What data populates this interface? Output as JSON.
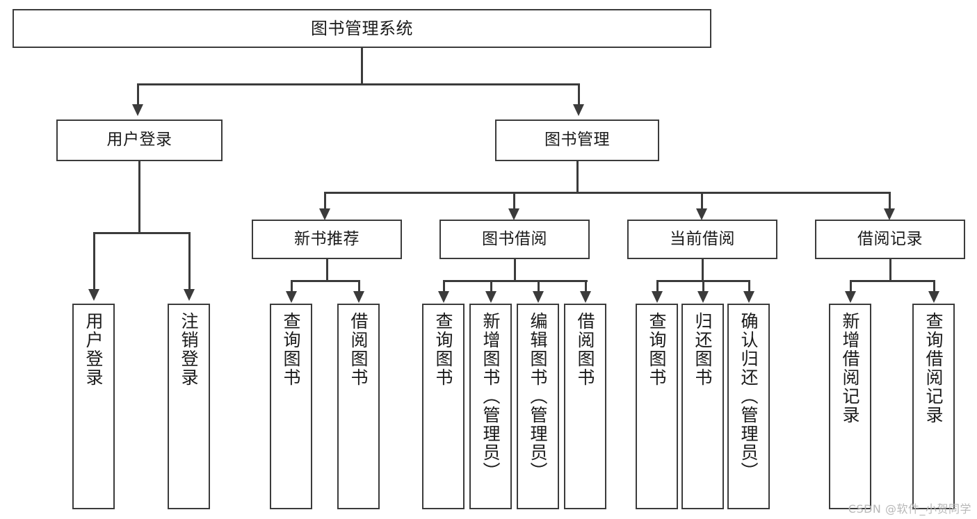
{
  "diagram": {
    "type": "tree",
    "title": "图书管理系统",
    "orientation": "top-down",
    "root": {
      "label": "图书管理系统"
    },
    "level2": [
      {
        "label": "用户登录"
      },
      {
        "label": "图书管理"
      }
    ],
    "level3": [
      {
        "label": "新书推荐"
      },
      {
        "label": "图书借阅"
      },
      {
        "label": "当前借阅"
      },
      {
        "label": "借阅记录"
      }
    ],
    "leaves": {
      "user_login": [
        {
          "label": "用户登录"
        },
        {
          "label": "注销登录"
        }
      ],
      "new_book_recommend": [
        {
          "label": "查询图书"
        },
        {
          "label": "借阅图书"
        }
      ],
      "book_borrow": [
        {
          "label": "查询图书"
        },
        {
          "label": "新增图书（管理员）"
        },
        {
          "label": "编辑图书（管理员）"
        },
        {
          "label": "借阅图书"
        }
      ],
      "current_borrow": [
        {
          "label": "查询图书"
        },
        {
          "label": "归还图书"
        },
        {
          "label": "确认归还（管理员）"
        }
      ],
      "borrow_record": [
        {
          "label": "新增借阅记录"
        },
        {
          "label": "查询借阅记录"
        }
      ]
    }
  },
  "watermark": {
    "text": "CSDN @软件_小贺同学"
  },
  "colors": {
    "stroke": "#3b3b3b",
    "text": "#1a1a1a",
    "background": "#ffffff",
    "watermark": "#b8b8b8"
  }
}
